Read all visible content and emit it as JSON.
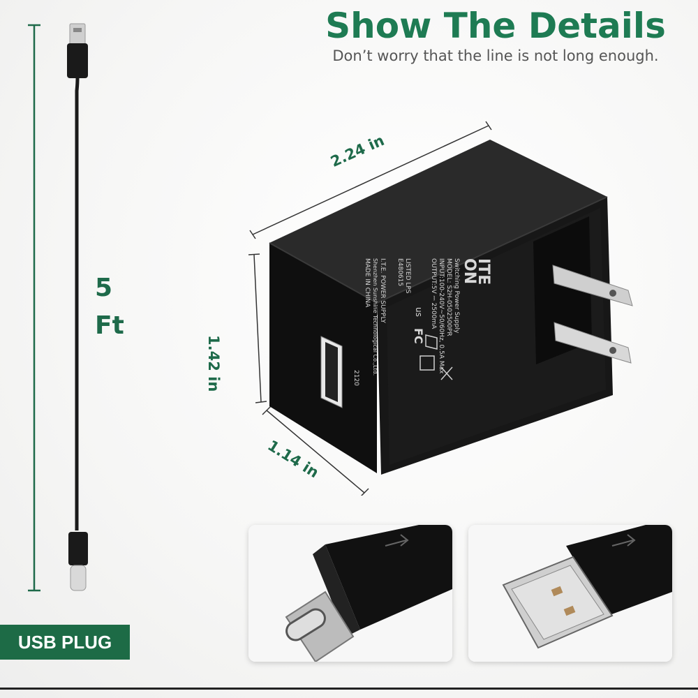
{
  "header": {
    "title": "Show The Details",
    "subtitle": "Don’t worry that the line is not long enough."
  },
  "cable": {
    "length_value": "5",
    "length_unit": "Ft"
  },
  "dimensions": {
    "length": "2.24 in",
    "height": "1.42 in",
    "width": "1.14 in"
  },
  "badge": {
    "label": "USB PLUG"
  },
  "label_print": {
    "brand_top": "ITE",
    "brand_bottom": "ON",
    "line1": "Switching Power Supply",
    "line2": "MODEL: S2H-0502500PR",
    "line3": "INPUT:100-240V~50/60Hz, 0.5A Max",
    "line4": "OUTPUT:5V ⎓ 2500mA",
    "line5": "LISTED LPS",
    "line6": "E480615",
    "line7": "I.T.E. POWER SUPPLY",
    "line8": "Shenzhen Sunshine Technological Co.,Ltd.",
    "line9": "MADE IN CHINA",
    "line10": "2120",
    "fc": "FC",
    "us": "us"
  },
  "colors": {
    "accent_green": "#1e7b53",
    "badge_green": "#1d6b46",
    "adapter_black": "#141414"
  }
}
